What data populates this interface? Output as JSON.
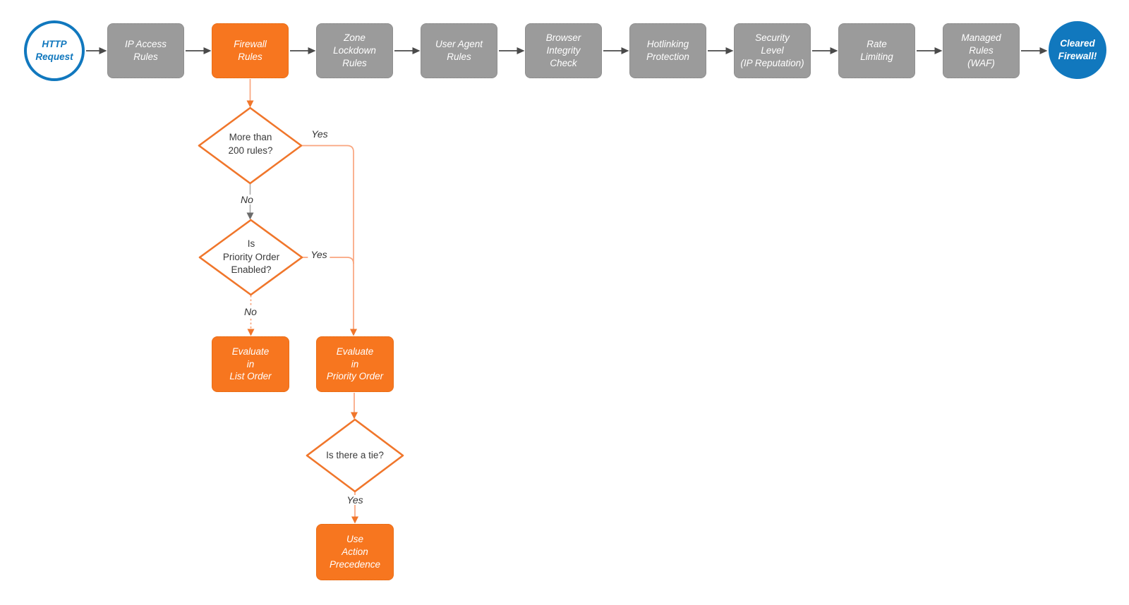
{
  "colors": {
    "node_orange": "#F7761F",
    "node_gray": "#9B9B9B",
    "brand_blue": "#1178BE",
    "connector_orange_line": "#F9A57E",
    "connector_orange_arrow": "#F0762B",
    "connector_gray_line": "#ABABAB",
    "chain_arrow_gray": "#4A4A4A",
    "text_white": "#FFFFFF"
  },
  "start": {
    "label": "HTTP\nRequest"
  },
  "end": {
    "label": "Cleared\nFirewall!"
  },
  "pipeline": [
    {
      "label": "IP Access\nRules"
    },
    {
      "label": "Firewall\nRules"
    },
    {
      "label": "Zone\nLockdown\nRules"
    },
    {
      "label": "User Agent\nRules"
    },
    {
      "label": "Browser\nIntegrity\nCheck"
    },
    {
      "label": "Hotlinking\nProtection"
    },
    {
      "label": "Security\nLevel\n(IP Reputation)"
    },
    {
      "label": "Rate\nLimiting"
    },
    {
      "label": "Managed\nRules\n(WAF)"
    }
  ],
  "decisions": [
    {
      "label": "More than\n200 rules?"
    },
    {
      "label": "Is\nPriority Order\nEnabled?"
    },
    {
      "label": "Is there a tie?"
    }
  ],
  "actions": [
    {
      "label": "Evaluate\nin\nList Order"
    },
    {
      "label": "Evaluate\nin\nPriority Order"
    },
    {
      "label": "Use\nAction\nPrecedence"
    }
  ],
  "edge_labels": {
    "yes_rules": "Yes",
    "no_rules": "No",
    "yes_priority": "Yes",
    "no_priority": "No",
    "yes_tie": "Yes"
  }
}
